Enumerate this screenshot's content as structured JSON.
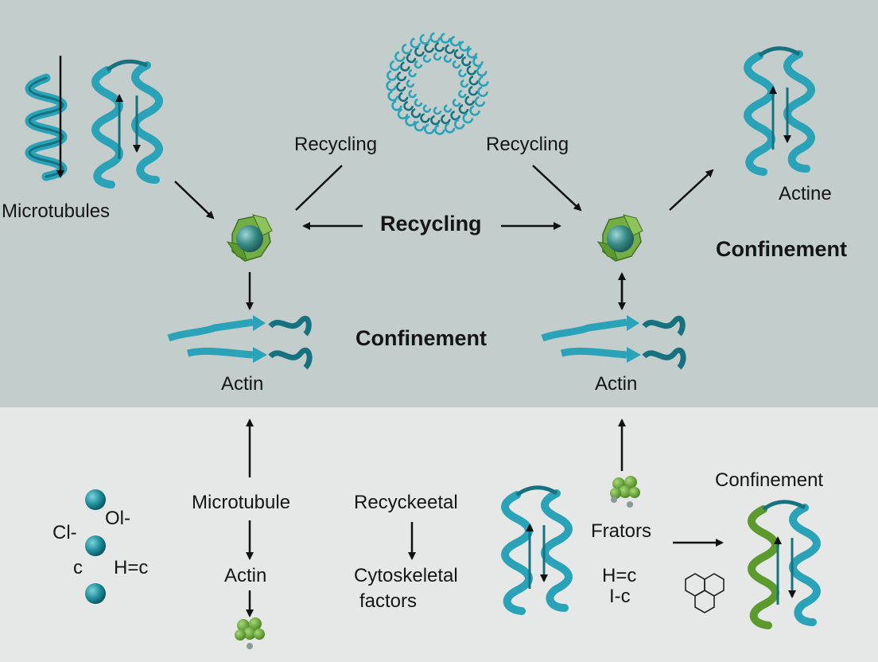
{
  "colors": {
    "top_panel": "#c3cdcb",
    "bottom_panel": "#e6e8e7",
    "protein_teal": "#2aa3b9",
    "protein_dark": "#17727f",
    "protein_green": "#5d9a2d",
    "complex_green": "#72ad45",
    "ion_teal": "#1f8f9c",
    "arrow": "#111111"
  },
  "labels": {
    "microtubules": "Microtubules",
    "recycling_left": "Recycling",
    "recycling_right": "Recycling",
    "recycling_center": "Recycling",
    "actine": "Actine",
    "confinement_right": "Confinement",
    "confinement_center": "Confinement",
    "actin_left": "Actin",
    "actin_right": "Actin",
    "confinement_bottom": "Confinement",
    "microtubule": "Microtubule",
    "recyckeetal": "Recyckeetal",
    "frators": "Frators",
    "cl": "Cl-",
    "ol": "Ol-",
    "c": "c",
    "h_eq_c_left": "H=c",
    "actin_bottom": "Actin",
    "cytoskeletal_1": "Cytoskeletal",
    "cytoskeletal_2": "factors",
    "h_eq_c_right": "H=c",
    "i_c": "I-c"
  },
  "icons": [
    "helix-icon",
    "beta-sheet-protein-icon",
    "ring-assembly-icon",
    "protein-complex-icon",
    "beta-strand-actin-icon",
    "ion-sphere-icon",
    "benzene-ring-icon"
  ]
}
